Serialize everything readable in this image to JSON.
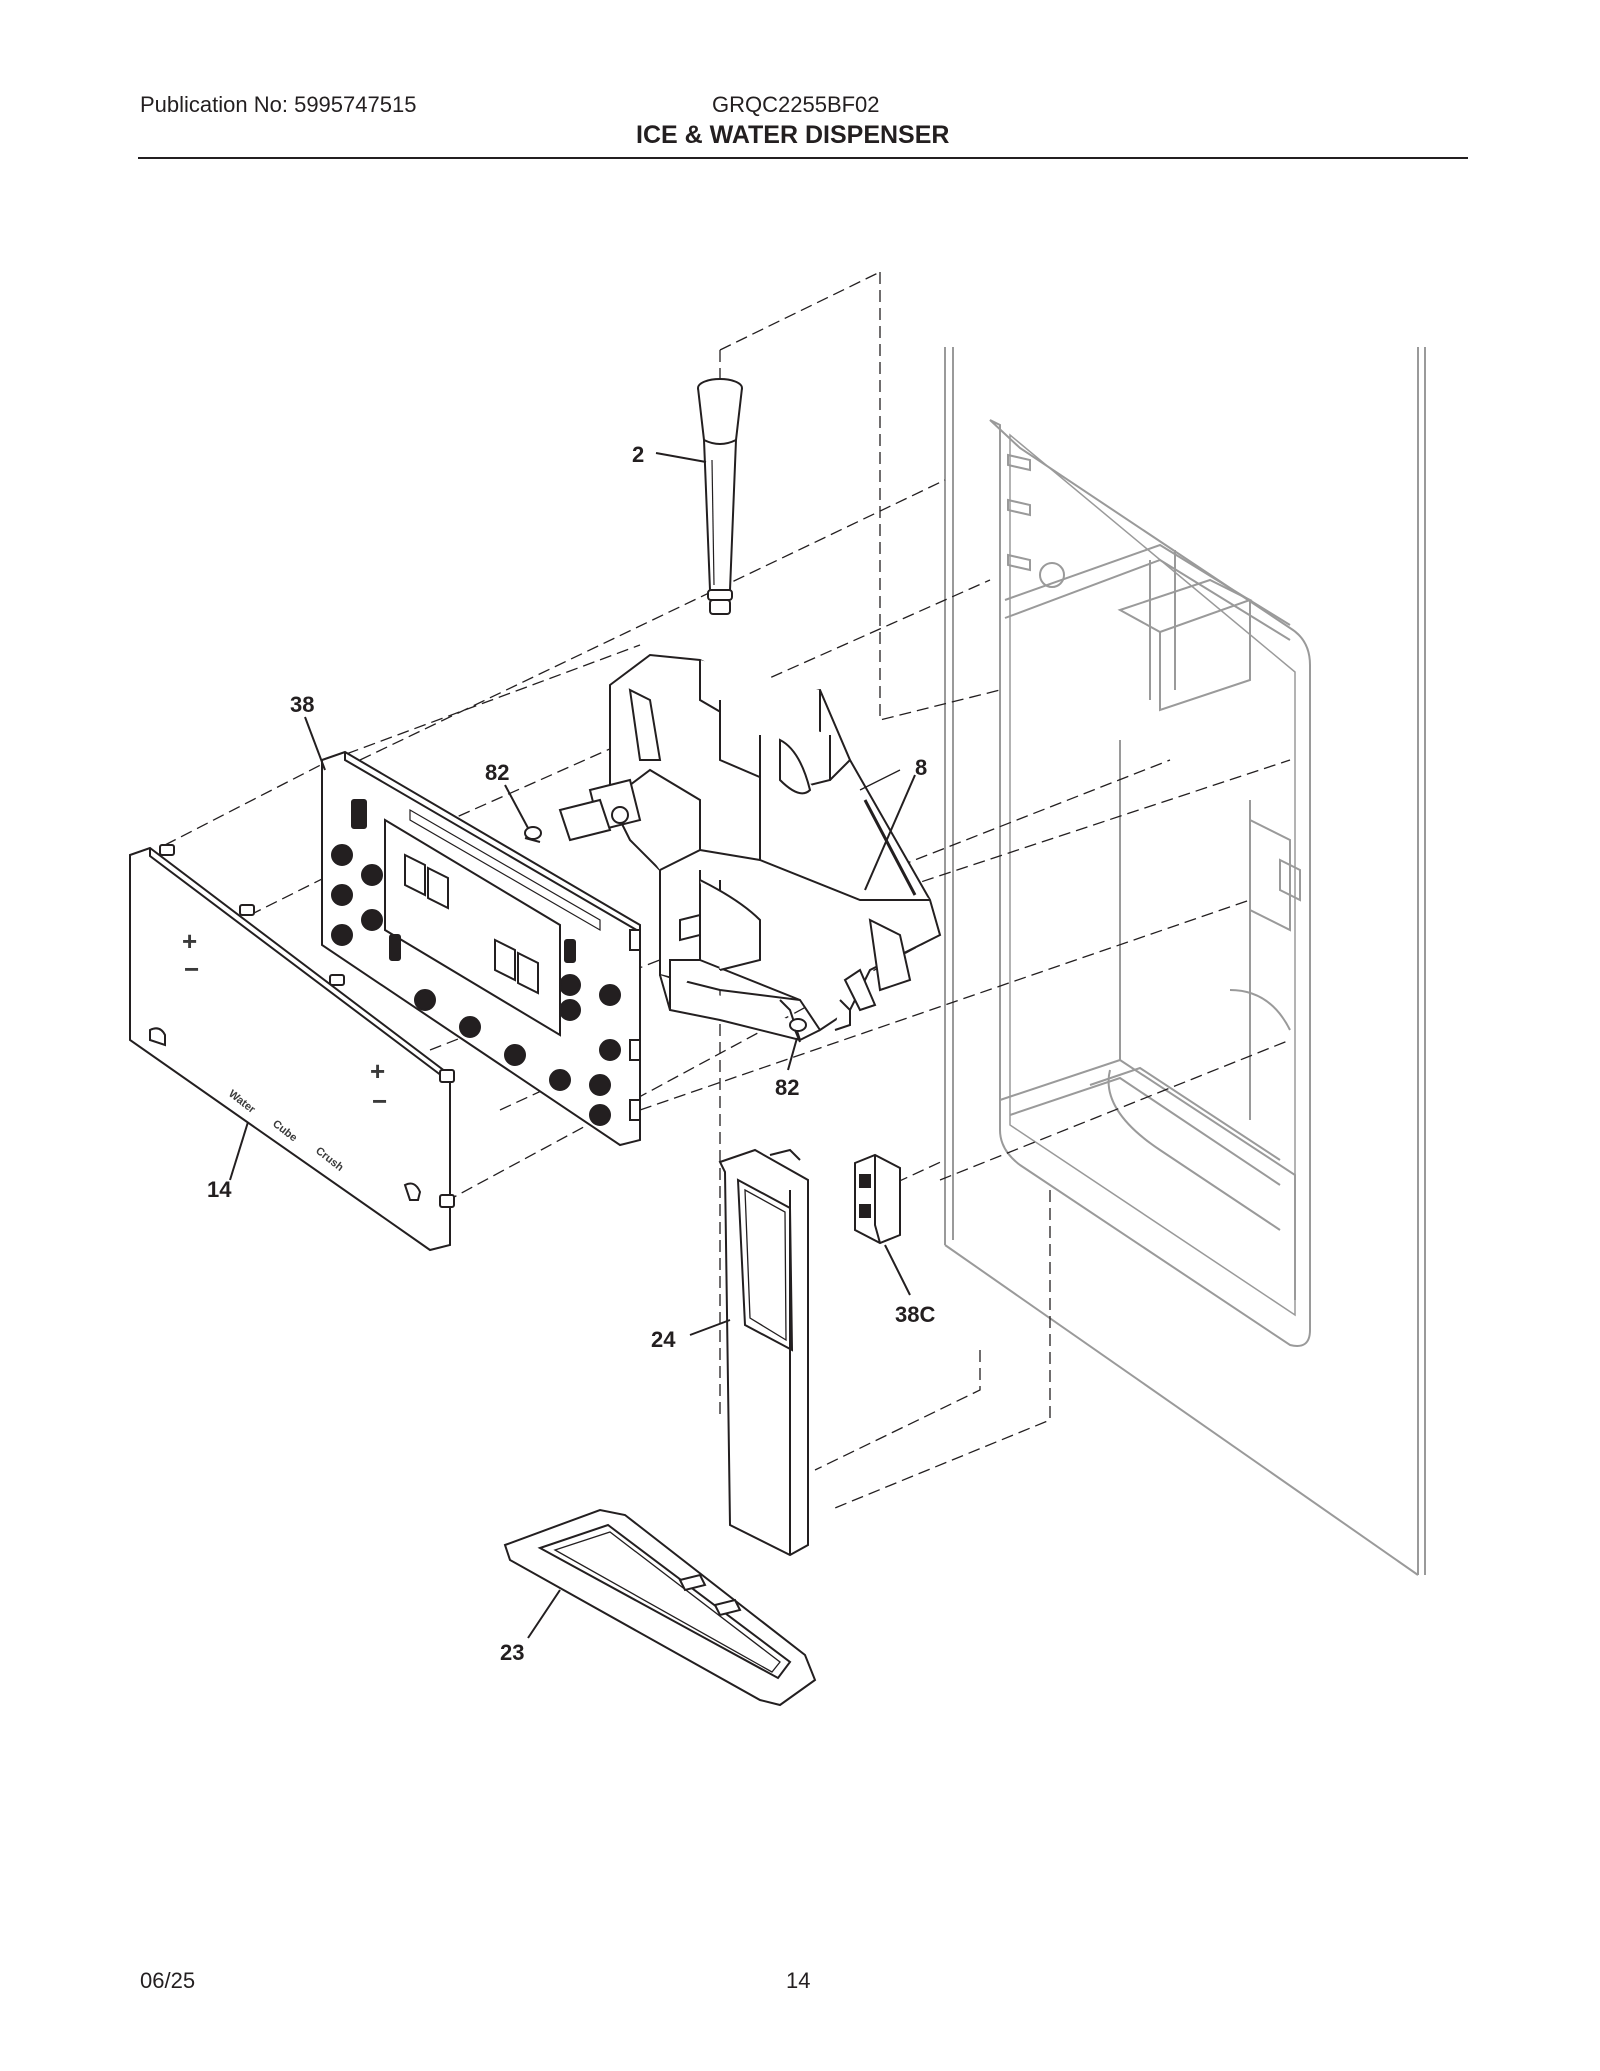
{
  "header": {
    "publication": "Publication No: 5995747515",
    "model": "GRQC2255BF02",
    "title": "ICE & WATER DISPENSER"
  },
  "footer": {
    "date": "06/25",
    "page": "14"
  },
  "callouts": {
    "c2": "2",
    "c38": "38",
    "c82a": "82",
    "c8": "8",
    "c82b": "82",
    "c14": "14",
    "c24": "24",
    "c38c": "38C",
    "c23": "23"
  },
  "panel_text": {
    "water": "Water",
    "cube": "Cube",
    "crush": "Crush",
    "plus_left": "+",
    "minus_left": "−",
    "plus_right": "+",
    "minus_right": "−"
  },
  "colors": {
    "ink": "#231f20",
    "door_outline": "#9a9a9a"
  }
}
